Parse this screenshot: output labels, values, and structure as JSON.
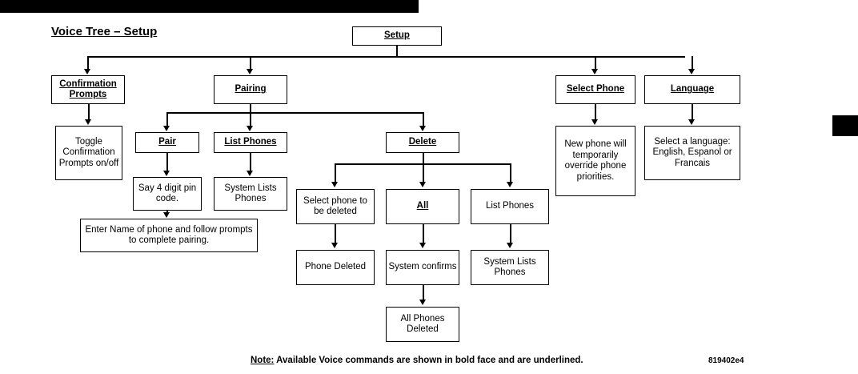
{
  "page": {
    "title": "Voice Tree – Setup",
    "note_label": "Note:",
    "note_text": " Available Voice commands are shown in bold face and are underlined.",
    "part_number": "819402e4"
  },
  "nodes": {
    "setup": "Setup",
    "confirmation_prompts": "Confirmation Prompts",
    "pairing": "Pairing",
    "select_phone": "Select Phone",
    "language": "Language",
    "toggle_confirmation": "Toggle Confirmation Prompts on/off",
    "pair": "Pair",
    "list_phones_1": "List Phones",
    "delete": "Delete",
    "new_phone_override": "New phone will temporarily override phone priorities.",
    "select_a_language": "Select a language: English, Espanol or Francais",
    "say_pin": "Say 4 digit pin code.",
    "system_lists_phones_1": "System Lists Phones",
    "enter_name": "Enter Name of phone and follow prompts to complete pairing.",
    "select_phone_to_delete": "Select phone to be deleted",
    "all": "All",
    "list_phones_2": "List Phones",
    "phone_deleted": "Phone Deleted",
    "system_confirms": "System confirms",
    "system_lists_phones_2": "System Lists Phones",
    "all_phones_deleted": "All Phones Deleted"
  }
}
